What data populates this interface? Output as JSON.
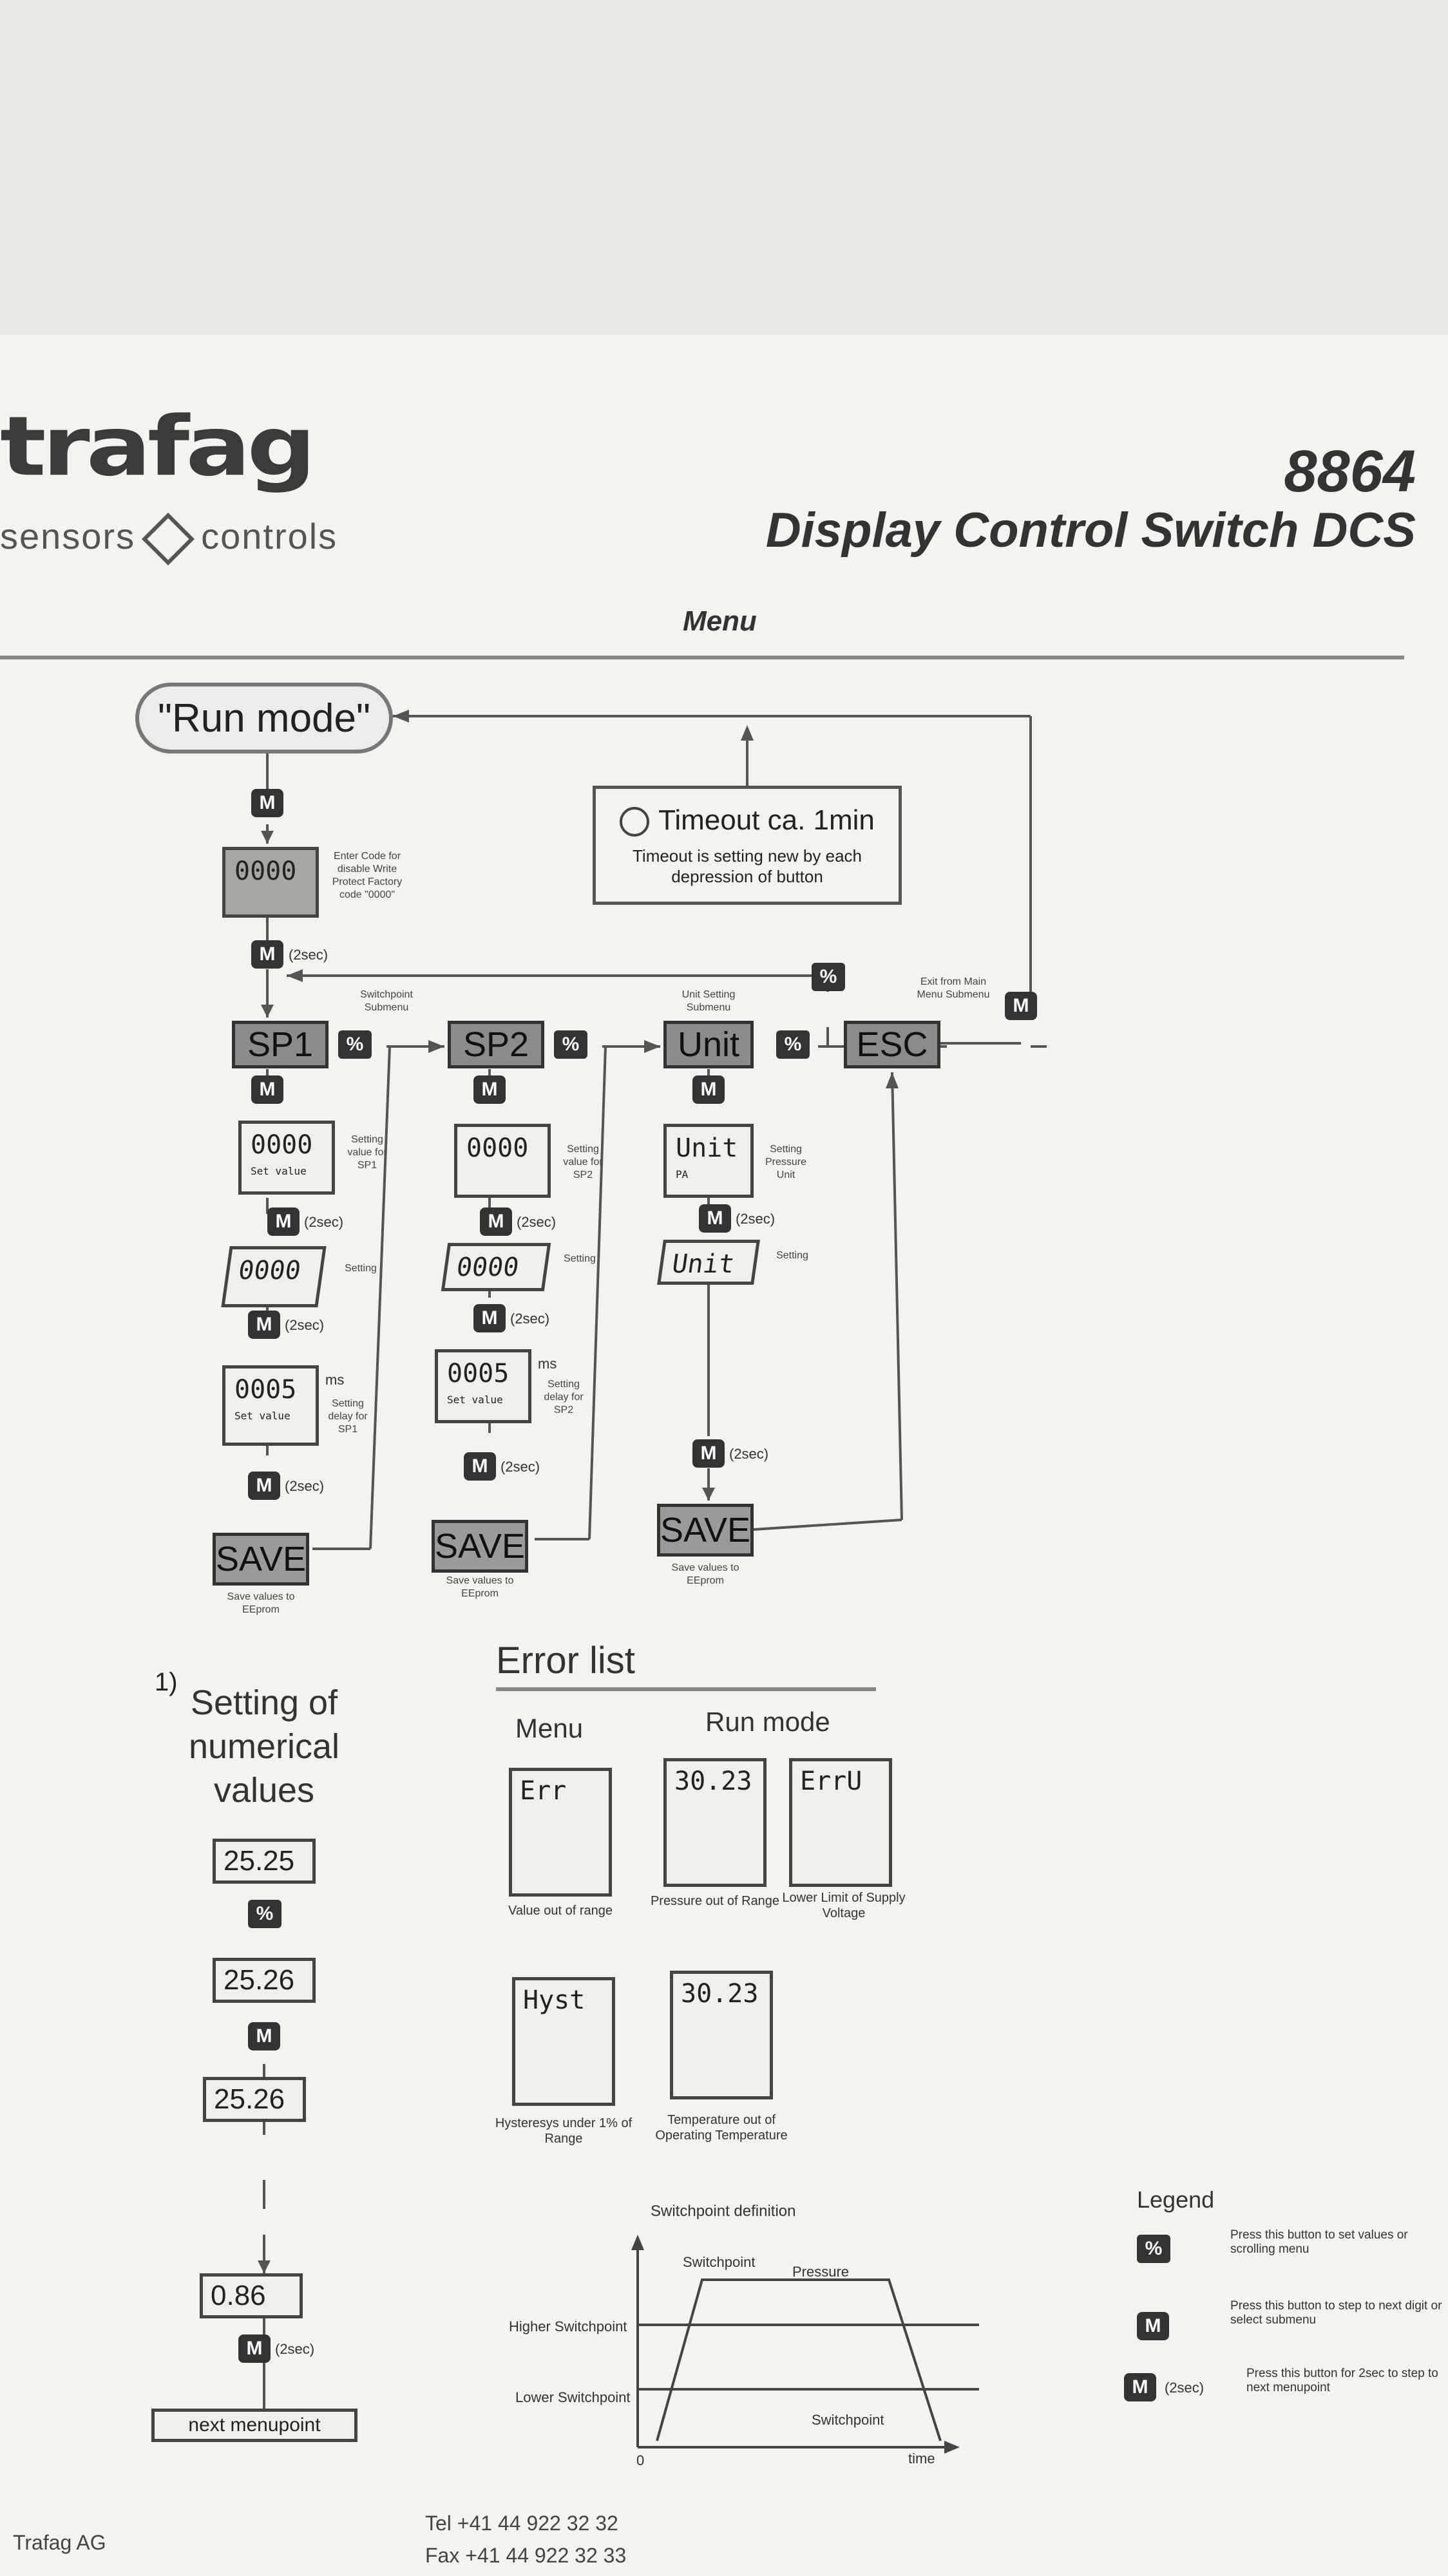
{
  "brand": {
    "logo": "trafag",
    "tagline_left": "sensors",
    "tagline_right": "controls"
  },
  "product": {
    "number": "8864",
    "name": "Display Control Switch DCS"
  },
  "section_title": "Menu",
  "run_mode": "\"Run mode\"",
  "timeout": {
    "title": "Timeout ca. 1min",
    "text": "Timeout is setting new by each depression of button"
  },
  "buttons": {
    "m": "M",
    "s": "%",
    "two_sec": "(2sec)"
  },
  "code": {
    "value": "0000",
    "note": "Enter Code for disable Write Protect Factory code \"0000\""
  },
  "notes": {
    "switchpoint": "Switchpoint Submenu",
    "unit_setting": "Unit Setting Submenu",
    "exit": "Exit from Main Menu Submenu"
  },
  "menu_items": {
    "sp1": "SP1",
    "sp2": "SP2",
    "unit": "Unit",
    "esc": "ESC"
  },
  "sp1_col": {
    "val1": "0000",
    "sub1": "Set value",
    "note1": "Setting value for SP1",
    "val2": "0000",
    "note2": "Setting",
    "val3": "0005",
    "unit3": "ms",
    "sub3": "Set value",
    "note3": "Setting delay for SP1"
  },
  "sp2_col": {
    "val1": "0000",
    "note1": "Setting value for SP2",
    "val2": "0000",
    "note2": "Setting",
    "val3": "0005",
    "unit3": "ms",
    "sub3": "Set value",
    "note3": "Setting delay for SP2"
  },
  "unit_col": {
    "val1": "Unit",
    "sub1": "PA",
    "note1": "Setting Pressure Unit",
    "val2": "Unit",
    "note2": "Setting"
  },
  "save": {
    "label": "SAVE",
    "note": "Save values to EEprom"
  },
  "numerical": {
    "marker": "1)",
    "title": "Setting of numerical values",
    "v1": "25.25",
    "v2": "25.26",
    "v3": "25.26",
    "v4": "0.86",
    "next": "next menupoint"
  },
  "error_list": {
    "title": "Error list",
    "col_menu": "Menu",
    "col_run": "Run mode",
    "items": [
      {
        "display": "Err",
        "caption": "Value out of range"
      },
      {
        "display": "30.23",
        "caption": "Pressure out of Range"
      },
      {
        "display": "ErrU",
        "caption": "Lower Limit of Supply Voltage"
      },
      {
        "display": "Hyst",
        "caption": "Hysteresys under 1% of Range"
      },
      {
        "display": "30.23",
        "caption": "Temperature out of Operating Temperature"
      }
    ]
  },
  "switchpoint_def": {
    "title": "Switchpoint definition",
    "higher": "Higher Switchpoint",
    "lower": "Lower Switchpoint",
    "switchpoint": "Switchpoint",
    "pressure": "Pressure",
    "origin": "0",
    "time": "time"
  },
  "legend": {
    "title": "Legend",
    "s_text": "Press this button to set values or scrolling menu",
    "m_text": "Press this button to step to next digit or select submenu",
    "m2_text": "Press this button for 2sec to step to next menupoint"
  },
  "footer": {
    "company": "Trafag AG",
    "tel": "Tel   +41 44 922 32 32",
    "fax": "Fax  +41 44 922 32 33"
  }
}
